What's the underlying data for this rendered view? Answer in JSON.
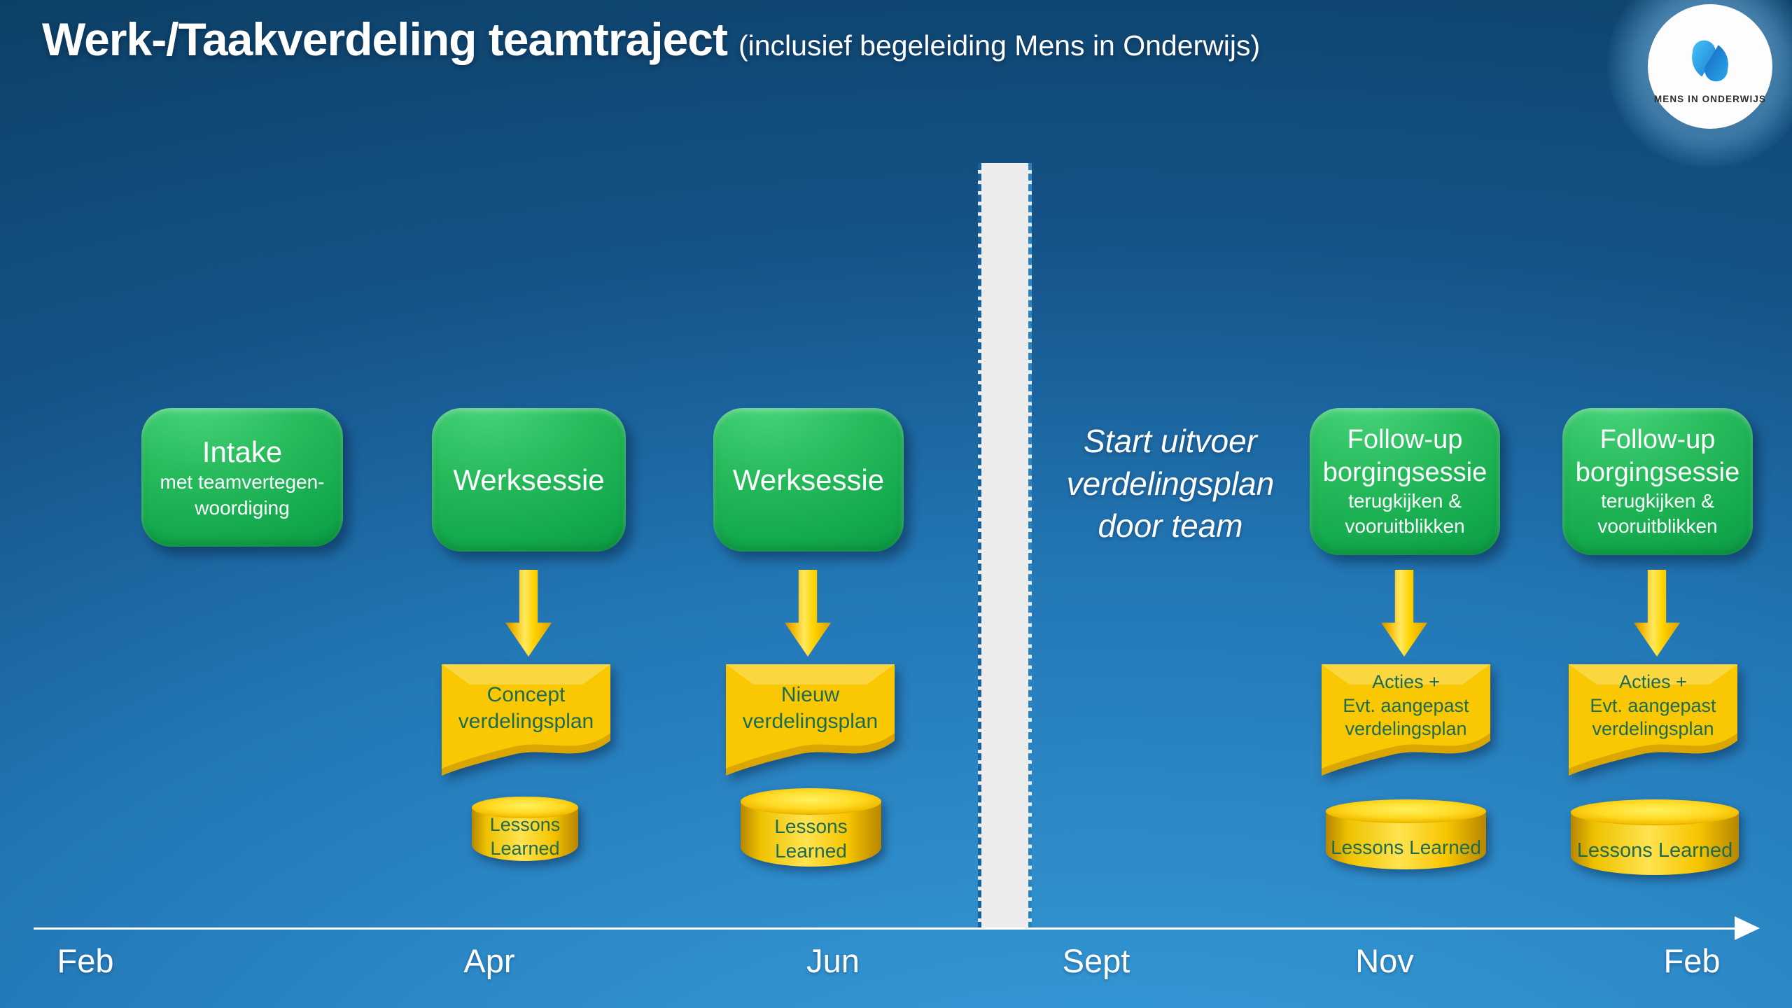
{
  "header": {
    "title": "Werk-/Taakverdeling teamtraject",
    "subtitle": "(inclusief begeleiding Mens in Onderwijs)"
  },
  "logo": {
    "text": "MENS IN ONDERWIJS",
    "icon": "mens-in-onderwijs-mark"
  },
  "green_boxes": [
    {
      "title_lines": [
        "Intake"
      ],
      "subtitle_lines": [
        "met teamvertegen-",
        "woordiging"
      ]
    },
    {
      "title_lines": [
        "Werksessie"
      ],
      "subtitle_lines": []
    },
    {
      "title_lines": [
        "Werksessie"
      ],
      "subtitle_lines": []
    },
    {
      "title_lines": [
        "Follow-up",
        "borgingsessie"
      ],
      "subtitle_lines": [
        "terugkijken &",
        "vooruitblikken"
      ]
    },
    {
      "title_lines": [
        "Follow-up",
        "borgingsessie"
      ],
      "subtitle_lines": [
        "terugkijken &",
        "vooruitblikken"
      ]
    }
  ],
  "waves": [
    {
      "lines": [
        "Concept",
        "verdelingsplan"
      ]
    },
    {
      "lines": [
        "Nieuw",
        "verdelingsplan"
      ]
    },
    {
      "lines": [
        "Acties +",
        "Evt. aangepast",
        "verdelingsplan"
      ]
    },
    {
      "lines": [
        "Acties +",
        "Evt. aangepast",
        "verdelingsplan"
      ]
    }
  ],
  "cylinders": [
    {
      "lines": [
        "Lessons",
        "Learned"
      ]
    },
    {
      "lines": [
        "Lessons Learned"
      ]
    },
    {
      "lines": [
        "Lessons Learned"
      ]
    },
    {
      "lines": [
        "Lessons Learned"
      ]
    }
  ],
  "start_note": {
    "lines": [
      "Start uitvoer",
      "verdelingsplan",
      "door team"
    ]
  },
  "timeline": {
    "months": [
      "Feb",
      "Apr",
      "Jun",
      "Sept",
      "Nov",
      "Feb"
    ]
  },
  "colors": {
    "background_dark": "#0d4066",
    "background_light": "#2e8bc9",
    "box_green": "#1db254",
    "shape_yellow": "#f9c802",
    "shape_text_teal": "#1e6b53",
    "divider_gray": "#ececec",
    "text_white": "#ffffff"
  }
}
